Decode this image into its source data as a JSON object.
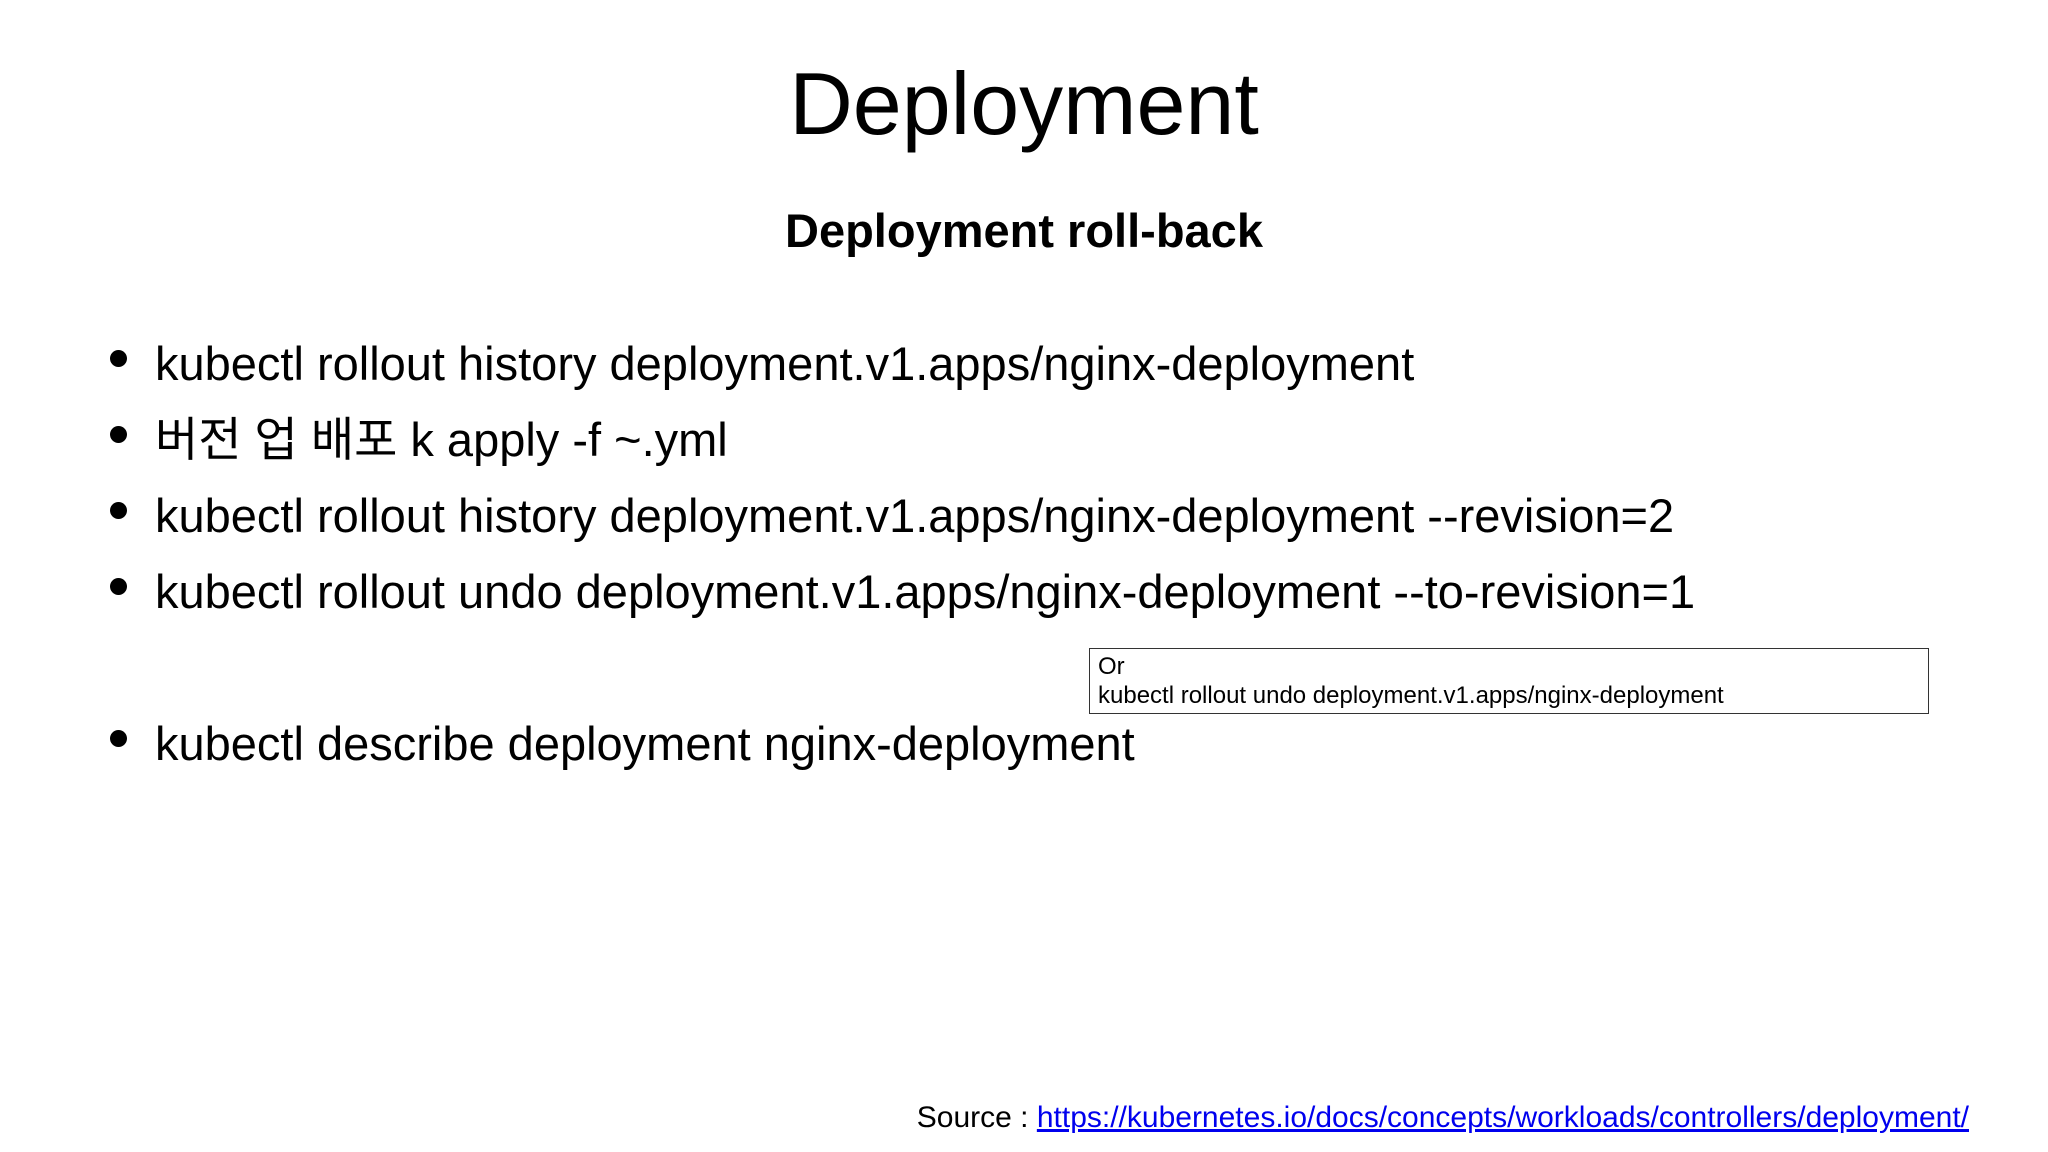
{
  "slide": {
    "title": "Deployment",
    "subtitle": "Deployment roll-back",
    "bullets": [
      "kubectl rollout history deployment.v1.apps/nginx-deployment",
      "버전 업 배포 k apply -f ~.yml",
      "kubectl rollout history deployment.v1.apps/nginx-deployment --revision=2",
      "kubectl rollout undo deployment.v1.apps/nginx-deployment --to-revision=1",
      "kubectl describe deployment nginx-deployment"
    ],
    "callout": {
      "line1": "Or",
      "line2": "kubectl rollout undo deployment.v1.apps/nginx-deployment"
    },
    "source": {
      "label": "Source : ",
      "url": "https://kubernetes.io/docs/concepts/workloads/controllers/deployment/"
    },
    "colors": {
      "background": "#ffffff",
      "text": "#000000",
      "link": "#0000ee",
      "callout_border": "#333333"
    }
  }
}
